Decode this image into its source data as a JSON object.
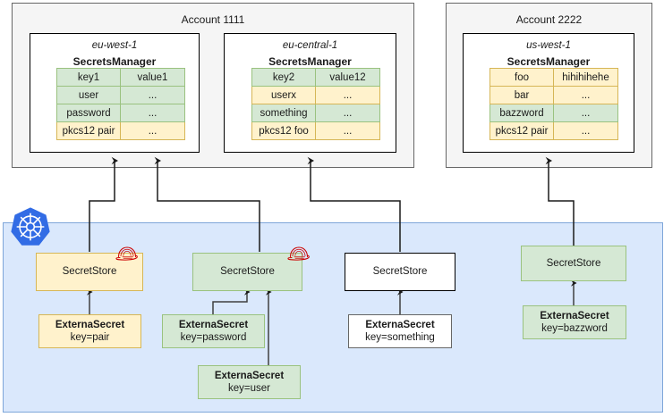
{
  "accounts": [
    {
      "id": "acct-1111",
      "title": "Account 1111"
    },
    {
      "id": "acct-2222",
      "title": "Account 2222"
    }
  ],
  "regions": [
    {
      "id": "eu-west-1",
      "name": "eu-west-1",
      "service": "SecretsManager",
      "rows": [
        {
          "key": "key1",
          "value": "value1",
          "key_color": "green",
          "value_color": "green"
        },
        {
          "key": "user",
          "value": "...",
          "key_color": "green",
          "value_color": "green"
        },
        {
          "key": "password",
          "value": "...",
          "key_color": "green",
          "value_color": "green"
        },
        {
          "key": "pkcs12 pair",
          "value": "...",
          "key_color": "yellow",
          "value_color": "yellow"
        }
      ]
    },
    {
      "id": "eu-central-1",
      "name": "eu-central-1",
      "service": "SecretsManager",
      "rows": [
        {
          "key": "key2",
          "value": "value12",
          "key_color": "green",
          "value_color": "green"
        },
        {
          "key": "userx",
          "value": "...",
          "key_color": "yellow",
          "value_color": "yellow"
        },
        {
          "key": "something",
          "value": "...",
          "key_color": "green",
          "value_color": "green"
        },
        {
          "key": "pkcs12 foo",
          "value": "...",
          "key_color": "yellow",
          "value_color": "yellow"
        }
      ]
    },
    {
      "id": "us-west-1",
      "name": "us-west-1",
      "service": "SecretsManager",
      "rows": [
        {
          "key": "foo",
          "value": "hihihihehe",
          "key_color": "yellow",
          "value_color": "yellow"
        },
        {
          "key": "bar",
          "value": "...",
          "key_color": "yellow",
          "value_color": "yellow"
        },
        {
          "key": "bazzword",
          "value": "...",
          "key_color": "green",
          "value_color": "green"
        },
        {
          "key": "pkcs12 pair",
          "value": "...",
          "key_color": "yellow",
          "value_color": "yellow"
        }
      ]
    }
  ],
  "cluster": {
    "logo": "kubernetes-logo",
    "secret_stores": [
      {
        "id": "store-1",
        "label": "SecretStore",
        "style": "yellow",
        "badge": "redhat-icon"
      },
      {
        "id": "store-2",
        "label": "SecretStore",
        "style": "green",
        "badge": "redhat-icon"
      },
      {
        "id": "store-3",
        "label": "SecretStore",
        "style": "white-black",
        "badge": null
      },
      {
        "id": "store-4",
        "label": "SecretStore",
        "style": "green",
        "badge": null
      }
    ],
    "external_secrets": [
      {
        "id": "es-1",
        "title": "ExternaSecret",
        "key": "key=pair",
        "style": "yellow"
      },
      {
        "id": "es-2",
        "title": "ExternaSecret",
        "key": "key=password",
        "style": "green"
      },
      {
        "id": "es-3",
        "title": "ExternaSecret",
        "key": "key=user",
        "style": "green"
      },
      {
        "id": "es-4",
        "title": "ExternaSecret",
        "key": "key=something",
        "style": "white-gray"
      },
      {
        "id": "es-5",
        "title": "ExternaSecret",
        "key": "key=bazzword",
        "style": "green"
      }
    ]
  },
  "colors": {
    "green_fill": "#d5e8d4",
    "green_stroke": "#9ac27f",
    "yellow_fill": "#fff2cc",
    "yellow_stroke": "#d6b656",
    "blue_fill": "#dae8fc",
    "blue_stroke": "#7ea6d9",
    "panel_fill": "#f5f5f5",
    "panel_stroke": "#666666",
    "edge": "#404040",
    "redhat": "#cc0000",
    "k8s_blue": "#326ce5"
  }
}
